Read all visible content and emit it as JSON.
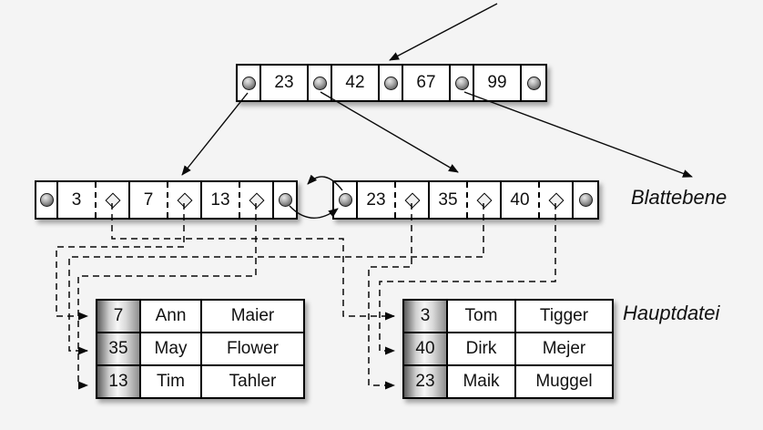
{
  "diagram": {
    "root": {
      "keys": [
        "23",
        "42",
        "67",
        "99"
      ]
    },
    "leaves": [
      {
        "keys": [
          "3",
          "7",
          "13"
        ]
      },
      {
        "keys": [
          "23",
          "35",
          "40"
        ]
      }
    ],
    "labels": {
      "leaf_level": "Blattebene",
      "main_file": "Hauptdatei"
    },
    "tables": [
      {
        "rows": [
          [
            "7",
            "Ann",
            "Maier"
          ],
          [
            "35",
            "May",
            "Flower"
          ],
          [
            "13",
            "Tim",
            "Tahler"
          ]
        ]
      },
      {
        "rows": [
          [
            "3",
            "Tom",
            "Tigger"
          ],
          [
            "40",
            "Dirk",
            "Mejer"
          ],
          [
            "23",
            "Maik",
            "Muggel"
          ]
        ]
      }
    ],
    "colors": {
      "background": "#f4f4f4",
      "line": "#0a0a0a",
      "node_fill": "#ffffff"
    }
  }
}
